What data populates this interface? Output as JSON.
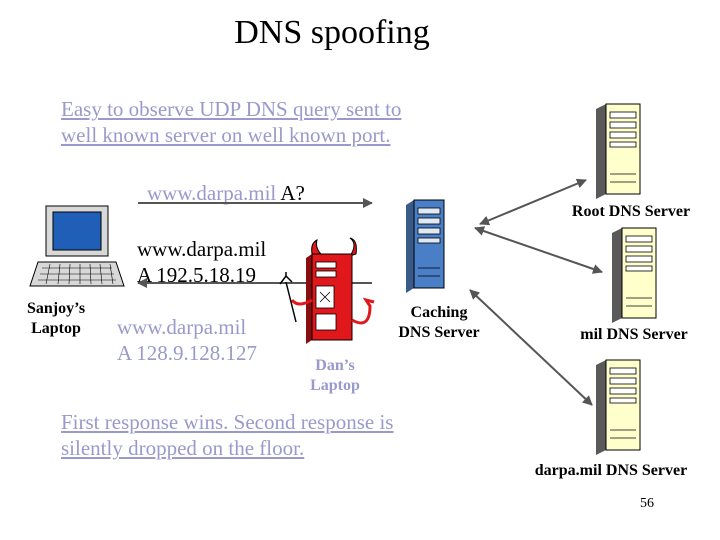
{
  "title": "DNS spoofing",
  "note_top": [
    "Easy to observe UDP DNS query sent to",
    "well known server on well known port."
  ],
  "query": {
    "link": "www.darpa.mil",
    "suffix": " A?"
  },
  "reply1": [
    "www.darpa.mil",
    "A 192.5.18.19"
  ],
  "reply2": [
    "www.darpa.mil",
    "A 128.9.128.127"
  ],
  "laptop_label": [
    "Sanjoy’s",
    "Laptop"
  ],
  "dan_label": [
    "Dan’s",
    "Laptop"
  ],
  "caching_label": [
    "Caching",
    "DNS Server"
  ],
  "root_label": "Root DNS Server",
  "mil_label": "mil DNS Server",
  "darpa_label": "darpa.mil DNS Server",
  "note_bottom": [
    "First response wins.  Second response is",
    "silently dropped on the floor."
  ],
  "page_number": "56",
  "colors": {
    "link": "#9999cc",
    "dan_server": "#e0181c",
    "tower_cream": "#ffffcc",
    "tower_blue": "#4a7ec6"
  }
}
